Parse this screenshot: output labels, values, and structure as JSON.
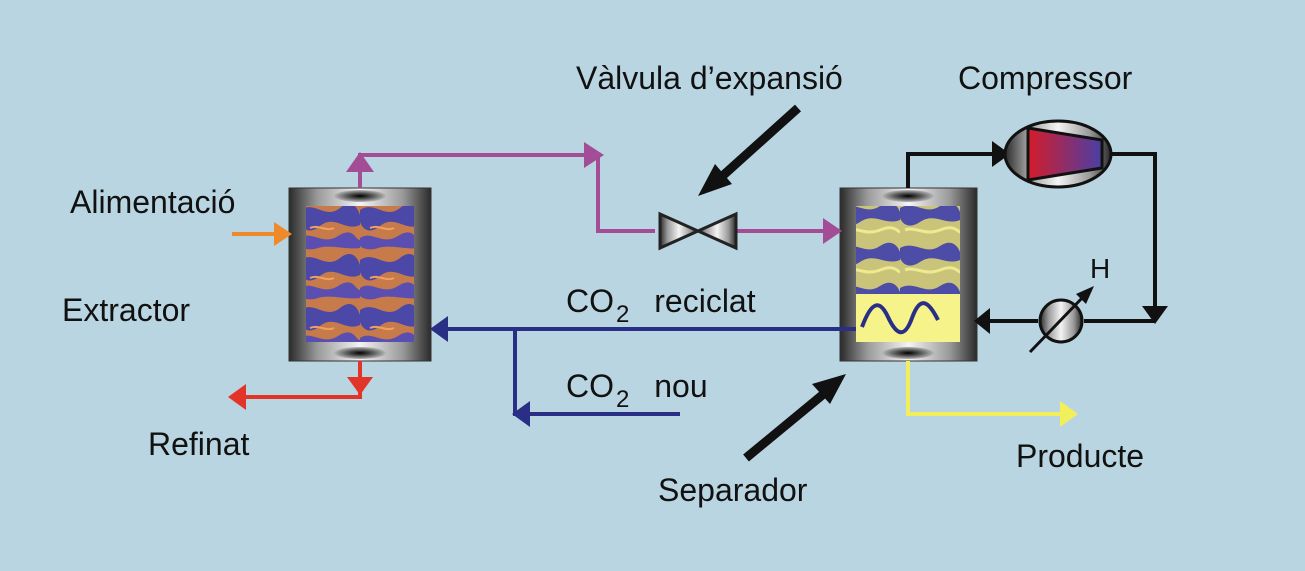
{
  "labels": {
    "valve": "Vàlvula d’expansió",
    "compressor": "Compressor",
    "feed": "Alimentació",
    "extractor": "Extractor",
    "raffinate": "Refinat",
    "separator": "Separador",
    "product": "Producte",
    "heat": "H",
    "co2_recycle_prefix": "CO",
    "co2_recycle_sub": "2",
    "co2_recycle_suffix": "reciclat",
    "co2_new_prefix": "CO",
    "co2_new_sub": "2",
    "co2_new_suffix": "nou"
  },
  "colors": {
    "background": "#b9d5e2",
    "recycle_stream": "#a34d96",
    "co2_stream": "#2a2f86",
    "feed_stream": "#ef8a2a",
    "raffinate_stream": "#e3342a",
    "product_stream": "#f2ef5a",
    "black_line": "#111111"
  }
}
